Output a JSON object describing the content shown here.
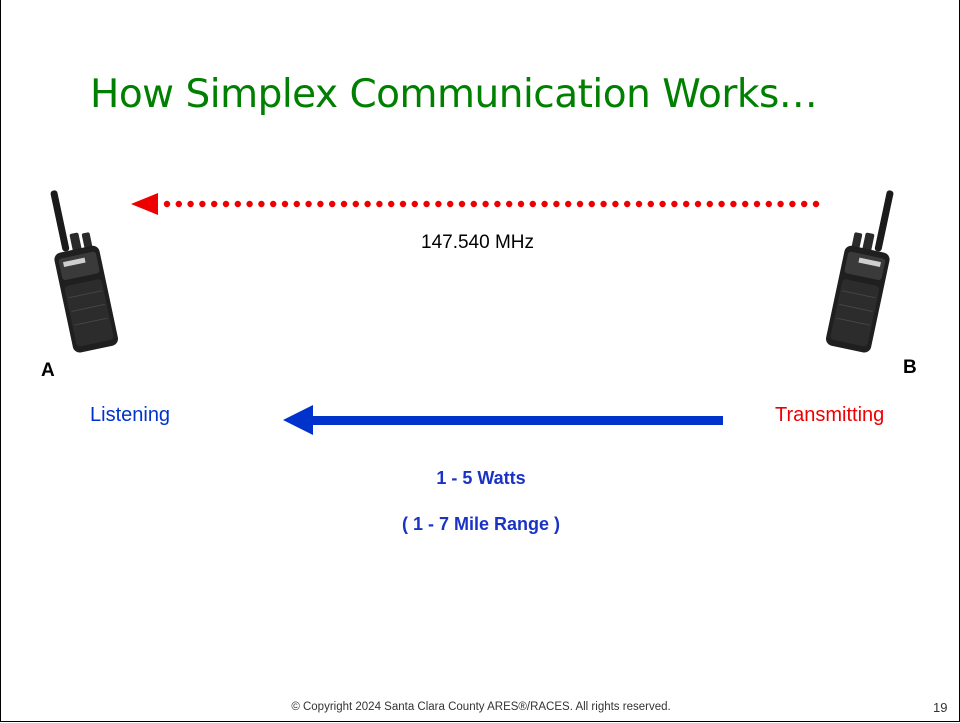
{
  "slide": {
    "title": "How Simplex Communication Works…",
    "radio_a_label": "A",
    "radio_b_label": "B",
    "frequency": "147.540 MHz",
    "listening_label": "Listening",
    "transmitting_label": "Transmitting",
    "power": "1 - 5  Watts",
    "range": "( 1 - 7  Mile Range )",
    "footer": "©  Copyright 2024  Santa Clara County ARES®/RACES. All rights reserved.",
    "page_number": "19"
  },
  "colors": {
    "title": "#008000",
    "signal_dots": "#ee0000",
    "transmit_arrow": "#0033cc",
    "listening": "#0033cc",
    "transmitting": "#ee0000"
  },
  "icons": {
    "radio_a": "handheld-radio-icon",
    "radio_b": "handheld-radio-icon"
  }
}
